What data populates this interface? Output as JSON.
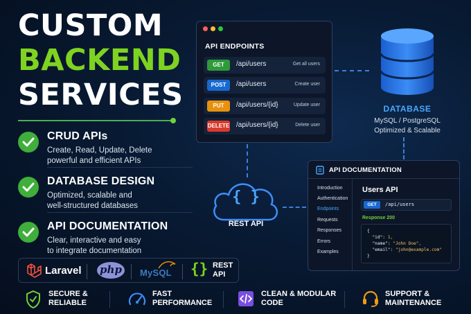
{
  "headline": {
    "line1": "CUSTOM",
    "line2": "BACKEND",
    "line3": "SERVICES"
  },
  "features": [
    {
      "title": "CRUD APIs",
      "desc1": "Create, Read, Update, Delete",
      "desc2": "powerful and efficient APIs"
    },
    {
      "title": "DATABASE DESIGN",
      "desc1": "Optimized, scalable and",
      "desc2": "well-structured databases"
    },
    {
      "title": "API DOCUMENTATION",
      "desc1": "Clear, interactive and easy",
      "desc2": "to integrate documentation"
    }
  ],
  "tech": {
    "laravel": "Laravel",
    "php": "php",
    "mysql": "MySQL",
    "rest_line1": "REST",
    "rest_line2": "API"
  },
  "bottom": [
    {
      "line1": "SECURE &",
      "line2": "RELIABLE",
      "icon": "shield-check-icon"
    },
    {
      "line1": "FAST",
      "line2": "PERFORMANCE",
      "icon": "speedometer-icon"
    },
    {
      "line1": "CLEAN & MODULAR",
      "line2": "CODE",
      "icon": "code-icon"
    },
    {
      "line1": "SUPPORT &",
      "line2": "MAINTENANCE",
      "icon": "headset-icon"
    }
  ],
  "endpoints_window": {
    "title": "API ENDPOINTS",
    "endpoints": [
      {
        "method": "GET",
        "path": "/api/users",
        "desc": "Get all users",
        "color": "#2e9a3a"
      },
      {
        "method": "POST",
        "path": "/api/users",
        "desc": "Create user",
        "color": "#1769d1"
      },
      {
        "method": "PUT",
        "path": "/api/users/{id}",
        "desc": "Update user",
        "color": "#e8910f"
      },
      {
        "method": "DELETE",
        "path": "/api/users/{id}",
        "desc": "Delete user",
        "color": "#d93a2b"
      }
    ]
  },
  "database": {
    "label": "DATABASE",
    "sub1": "MySQL / PostgreSQL",
    "sub2": "Optimized & Scalable"
  },
  "rest_cloud": {
    "label": "REST API",
    "symbol": "{ }"
  },
  "docs_window": {
    "title": "API DOCUMENTATION",
    "nav": [
      "Introduction",
      "Authentication",
      "Endpoints",
      "Requests",
      "Responses",
      "Errors",
      "Examples"
    ],
    "active_nav": "Endpoints",
    "section_title": "Users API",
    "method": "GET",
    "path": "/api/users",
    "response_label": "Response 200",
    "code": {
      "open": "{",
      "l1k": "\"id\"",
      "l1v": "1,",
      "l2k": "\"name\"",
      "l2v": "\"John Doe\",",
      "l3k": "\"email\"",
      "l3v": "\"john@example.com\"",
      "close": "}"
    }
  }
}
